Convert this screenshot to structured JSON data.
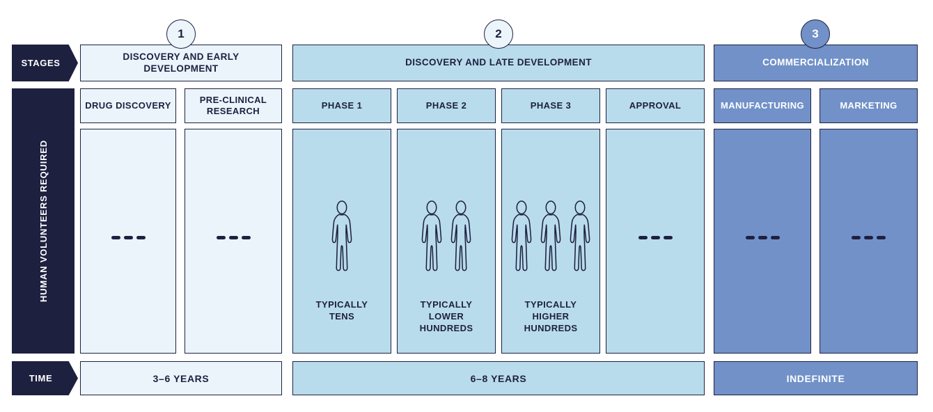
{
  "palette": {
    "navy": "#1e2040",
    "stage1_fill": "#eaf4fa",
    "stage2_fill": "#b9dcec",
    "stage3_fill": "#7191c8",
    "circle_light_fill": "#ecf5fa",
    "background": "#ffffff"
  },
  "rail": {
    "stages_label": "STAGES",
    "volunteers_label": "HUMAN VOLUNTEERS REQUIRED",
    "time_label": "TIME"
  },
  "stages": [
    {
      "number": "1",
      "title": "DISCOVERY AND EARLY DEVELOPMENT",
      "time": "3–6 YEARS",
      "columns": [
        {
          "label": "DRUG DISCOVERY",
          "volunteers": "not-shown",
          "dashes": 3
        },
        {
          "label": "PRE-CLINICAL RESEARCH",
          "volunteers": "not-shown",
          "dashes": 3
        }
      ]
    },
    {
      "number": "2",
      "title": "DISCOVERY AND LATE DEVELOPMENT",
      "time": "6–8 YEARS",
      "columns": [
        {
          "label": "PHASE 1",
          "persons": 1,
          "volunteers_text": "TYPICALLY TENS"
        },
        {
          "label": "PHASE 2",
          "persons": 2,
          "volunteers_text": "TYPICALLY LOWER HUNDREDS"
        },
        {
          "label": "PHASE 3",
          "persons": 3,
          "volunteers_text": "TYPICALLY HIGHER HUNDREDS"
        },
        {
          "label": "APPROVAL",
          "volunteers": "not-shown",
          "dashes": 3
        }
      ]
    },
    {
      "number": "3",
      "title": "COMMERCIALIZATION",
      "time": "INDEFINITE",
      "columns": [
        {
          "label": "MANUFACTURING",
          "volunteers": "not-shown",
          "dashes": 3
        },
        {
          "label": "MARKETING",
          "volunteers": "not-shown",
          "dashes": 3
        }
      ]
    }
  ]
}
